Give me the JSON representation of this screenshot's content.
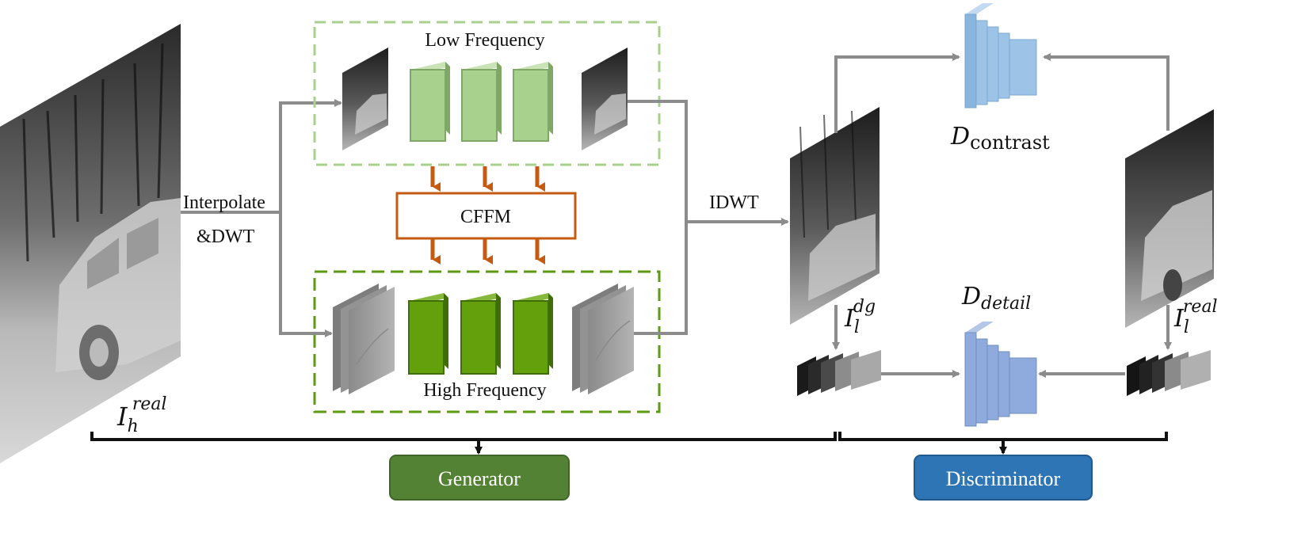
{
  "labels": {
    "interpolate": "Interpolate",
    "dwt": "&DWT",
    "low_frequency": "Low Frequency",
    "high_frequency": "High Frequency",
    "cffm": "CFFM",
    "idwt": "IDWT",
    "generator": "Generator",
    "discriminator": "Discriminator"
  },
  "symbols": {
    "i_h_real": {
      "base": "I",
      "sub": "h",
      "sup": "real"
    },
    "i_l_dg": {
      "base": "I",
      "sub": "l",
      "sup": "dg"
    },
    "i_l_real": {
      "base": "I",
      "sub": "l",
      "sup": "real"
    },
    "d_contrast": {
      "base": "D",
      "sub": "contrast"
    },
    "d_detail": {
      "base": "D",
      "sub": "detail"
    }
  },
  "colors": {
    "arrow_gray": "#8c8c8c",
    "cffm_orange": "#c55a11",
    "low_box_border": "#a9d18e",
    "high_box_border": "#5c9a12",
    "low_block": "#a9d18e",
    "high_block": "#63a00c",
    "disc_contrast_block": "#9dc3e6",
    "disc_detail_block": "#8faadc",
    "generator_badge": "#548235",
    "discriminator_badge": "#2e75b6",
    "bracket": "#111111"
  }
}
